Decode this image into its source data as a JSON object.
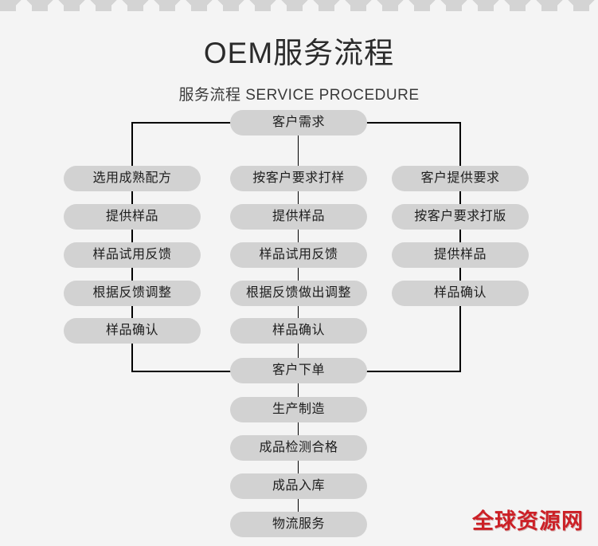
{
  "header": {
    "title": "OEM服务流程",
    "subtitle": "服务流程 SERVICE PROCEDURE"
  },
  "colors": {
    "background": "#f4f4f4",
    "node_fill": "#d2d2d2",
    "node_text": "#1d1d1d",
    "connector": "#000000",
    "watermark": "#cc2026",
    "scallop": "#cfcfcf"
  },
  "flow": {
    "start": {
      "label": "客户需求"
    },
    "branches": [
      {
        "name": "left-branch",
        "steps": [
          {
            "label": "选用成熟配方"
          },
          {
            "label": "提供样品"
          },
          {
            "label": "样品试用反馈"
          },
          {
            "label": "根据反馈调整"
          },
          {
            "label": "样品确认"
          }
        ]
      },
      {
        "name": "middle-branch",
        "steps": [
          {
            "label": "按客户要求打样"
          },
          {
            "label": "提供样品"
          },
          {
            "label": "样品试用反馈"
          },
          {
            "label": "根据反馈做出调整"
          },
          {
            "label": "样品确认"
          }
        ]
      },
      {
        "name": "right-branch",
        "steps": [
          {
            "label": "客户提供要求"
          },
          {
            "label": "按客户要求打版"
          },
          {
            "label": "提供样品"
          },
          {
            "label": "样品确认"
          }
        ]
      }
    ],
    "merge": {
      "label": "客户下单"
    },
    "tail": [
      {
        "label": "生产制造"
      },
      {
        "label": "成品检测合格"
      },
      {
        "label": "成品入库"
      },
      {
        "label": "物流服务"
      }
    ]
  },
  "watermark": {
    "text": "全球资源网"
  }
}
